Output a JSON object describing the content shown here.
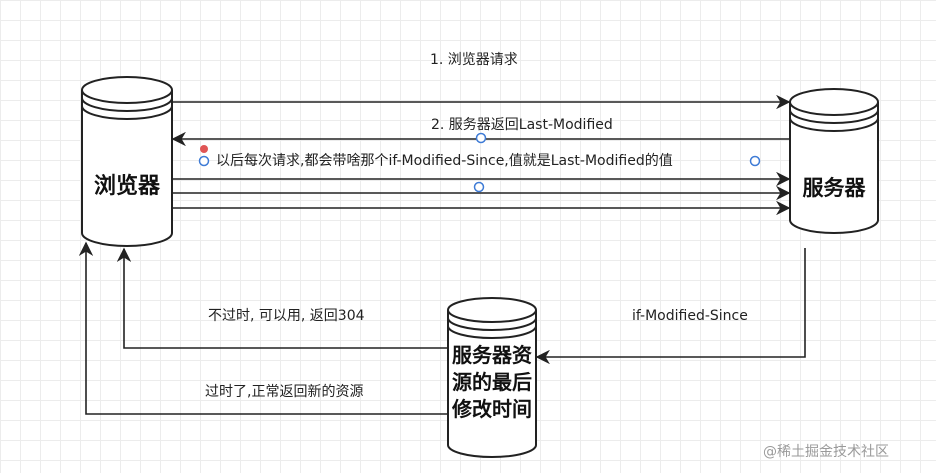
{
  "nodes": {
    "browser": {
      "label": "浏览器"
    },
    "server": {
      "label": "服务器"
    },
    "resource": {
      "label": "服务器资源的最后修改时间"
    }
  },
  "edges": {
    "request": "1. 浏览器请求",
    "response": "2. 服务器返回Last-Modified",
    "subsequent": "以后每次请求,都会带啥那个if-Modified-Since,值就是Last-Modified的值",
    "check": "if-Modified-Since",
    "not_expired": "不过时, 可以用, 返回304",
    "expired": "过时了,正常返回新的资源"
  },
  "watermark": "@稀土掘金技术社区",
  "colors": {
    "line": "#222222",
    "handle_blue": "#3e7bd6",
    "handle_red": "#e05555"
  }
}
